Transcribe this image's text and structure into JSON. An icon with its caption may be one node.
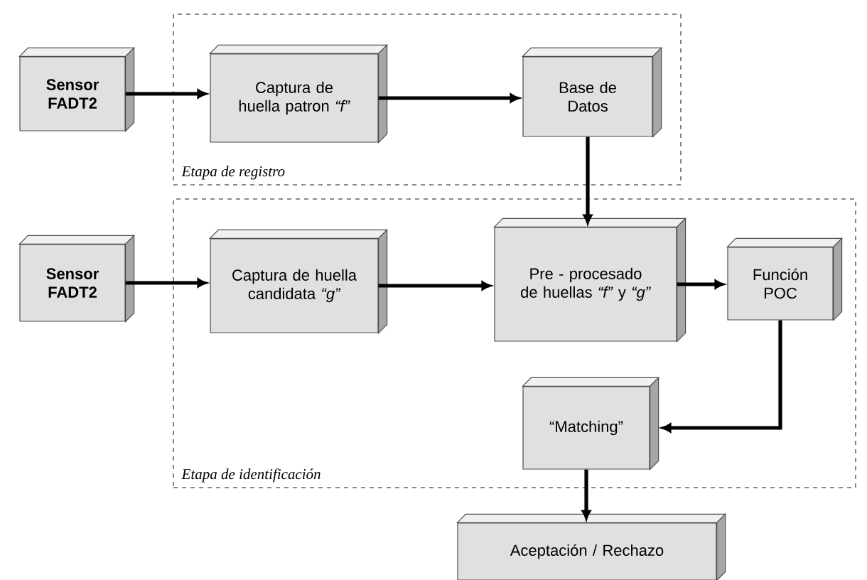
{
  "diagram": {
    "nodes": [
      {
        "text": [
          "Etapa de registro"
        ]
      },
      {
        "text": [
          "Sensor FADT2"
        ]
      },
      {
        "text": [
          "Captura de huella patron *“f”*"
        ],
        "in": 0
      },
      {
        "text": [
          "Base de Datos"
        ],
        "in": 0
      },
      {
        "text": [
          "Etapa de identificación"
        ]
      },
      {
        "text": [
          "Sensor FADT2"
        ]
      },
      {
        "text": [
          "Captura de huella candidata *“g”*"
        ],
        "in": 4
      },
      {
        "text": [
          "Pre - procesado de huellas *“f”* y *“g”*"
        ],
        "in": 4
      },
      {
        "text": [
          "Función POC"
        ],
        "in": 4
      },
      {
        "text": [
          "“Matching”"
        ],
        "in": 4
      },
      {
        "text": [
          "Aceptación / Rechazo"
        ]
      }
    ],
    "edges": [
      {
        "from": 1,
        "to": 2,
        "arrow": "to"
      },
      {
        "from": 2,
        "to": 3,
        "arrow": "to"
      },
      {
        "from": 3,
        "to": 7,
        "arrow": "to"
      },
      {
        "from": 5,
        "to": 6,
        "arrow": "to"
      },
      {
        "from": 6,
        "to": 7,
        "arrow": "to"
      },
      {
        "from": 7,
        "to": 8,
        "arrow": "to"
      },
      {
        "from": 8,
        "to": 9,
        "arrow": "to"
      },
      {
        "from": 9,
        "to": 10,
        "arrow": "to"
      }
    ]
  }
}
